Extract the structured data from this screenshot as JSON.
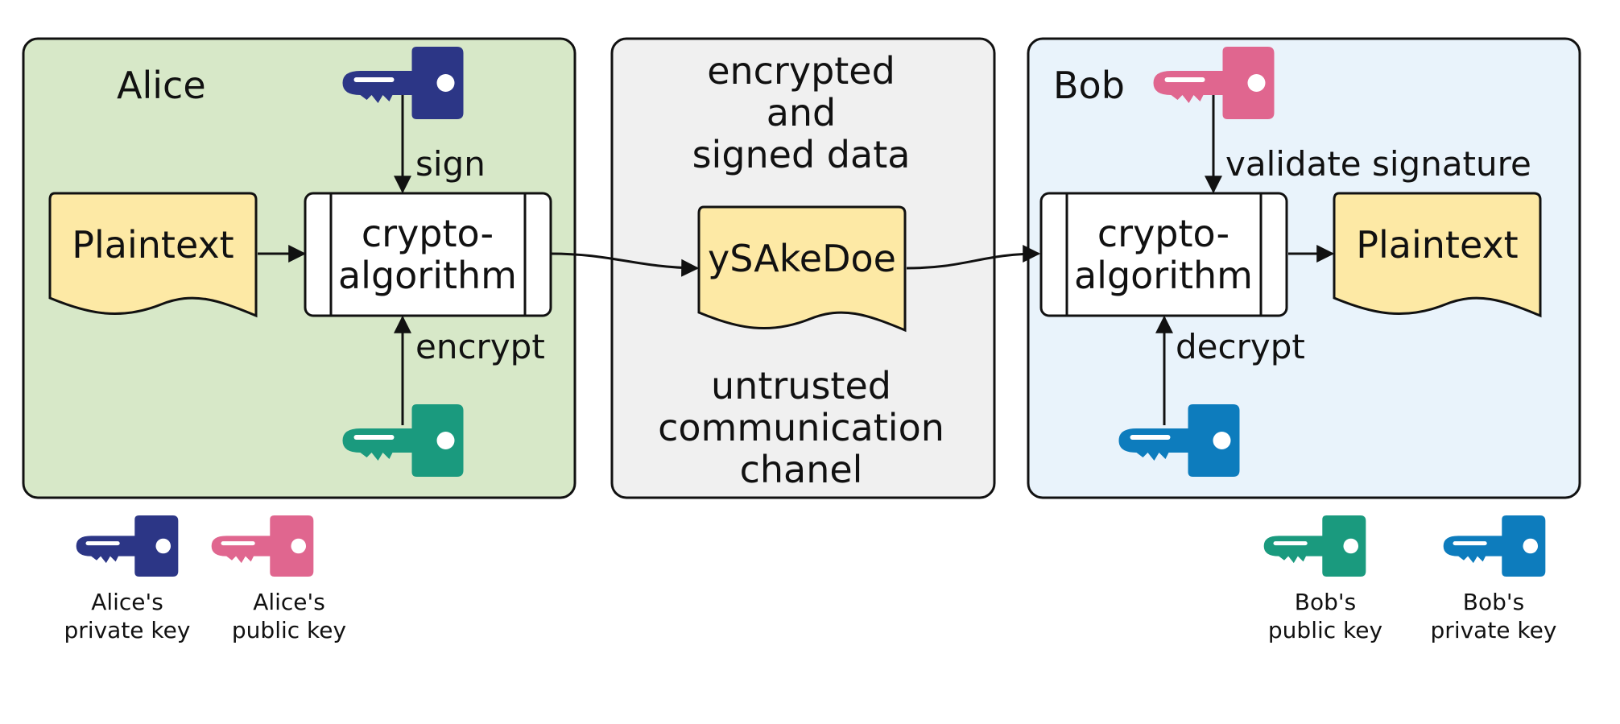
{
  "colors": {
    "alice_panel": "#d7e8c8",
    "middle_panel": "#f0f0f0",
    "bob_panel": "#e9f3fb",
    "document_fill": "#fde9a5",
    "alice_private_key": "#2c3686",
    "alice_public_key": "#e0668f",
    "bob_public_key": "#1a9a7e",
    "bob_private_key": "#0d7cbd"
  },
  "alice": {
    "title": "Alice",
    "plaintext": "Plaintext",
    "algorithm_line1": "crypto-",
    "algorithm_line2": "algorithm",
    "sign_label": "sign",
    "encrypt_label": "encrypt"
  },
  "channel": {
    "top_line1": "encrypted",
    "top_line2": "and",
    "top_line3": "signed data",
    "ciphertext": "ySAkeDoe",
    "bottom_line1": "untrusted",
    "bottom_line2": "communication",
    "bottom_line3": "chanel"
  },
  "bob": {
    "title": "Bob",
    "plaintext": "Plaintext",
    "algorithm_line1": "crypto-",
    "algorithm_line2": "algorithm",
    "validate_label": "validate signature",
    "decrypt_label": "decrypt"
  },
  "legend": {
    "alice_private": {
      "line1": "Alice's",
      "line2": "private key",
      "icon": "key-icon"
    },
    "alice_public": {
      "line1": "Alice's",
      "line2": "public key",
      "icon": "key-icon"
    },
    "bob_public": {
      "line1": "Bob's",
      "line2": "public key",
      "icon": "key-icon"
    },
    "bob_private": {
      "line1": "Bob's",
      "line2": "private key",
      "icon": "key-icon"
    }
  }
}
